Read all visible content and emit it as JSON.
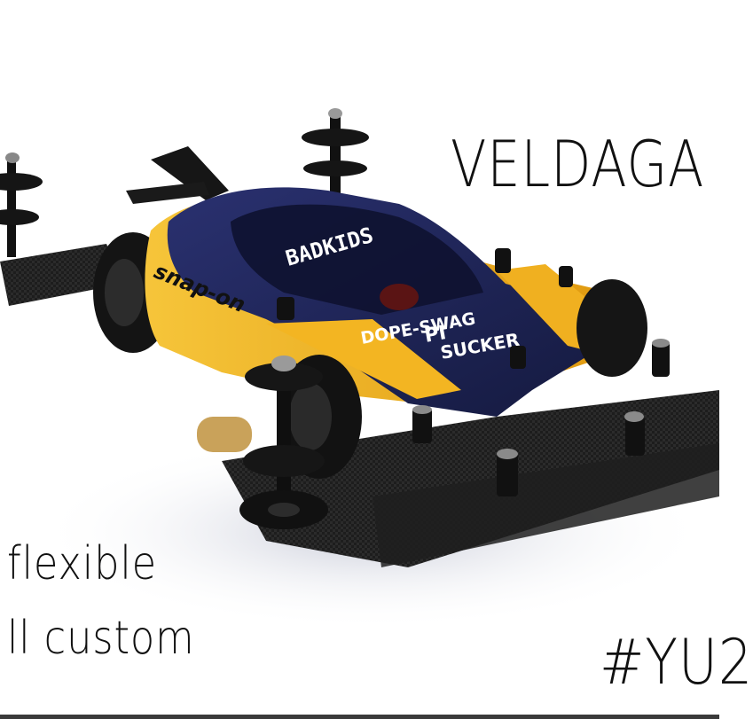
{
  "captions": {
    "title": "VELDAGA",
    "line1": "flexible",
    "line2": "ll custom",
    "tag": "#YU2"
  },
  "decals": {
    "roof": "BADKIDS",
    "side": "snap-on",
    "hood1": "DOPE-SWAG",
    "hood2": "PI",
    "hood3": "SUCKER"
  },
  "colors": {
    "background": "#ffffff",
    "body_navy": "#1f2456",
    "body_yellow": "#f2b01e",
    "carbon": "#222222"
  }
}
